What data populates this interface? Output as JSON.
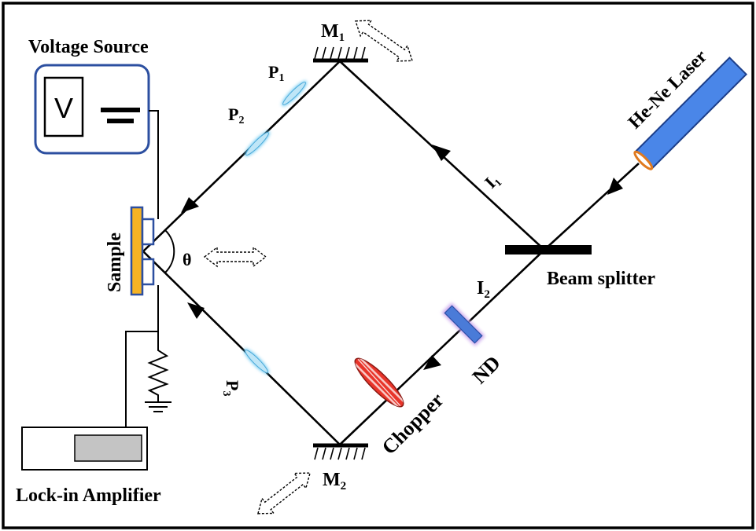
{
  "labels": {
    "voltage_source": "Voltage Source",
    "voltmeter_symbol": "V",
    "mirror1_main": "M",
    "mirror1_sub": "1",
    "mirror2_main": "M",
    "mirror2_sub": "2",
    "p1_main": "P",
    "p1_sub": "1",
    "p2_main": "P",
    "p2_sub": "2",
    "p3_main": "P",
    "p3_sub": "3",
    "laser": "He-Ne Laser",
    "beam1_main": "I",
    "beam1_sub": "1",
    "beam2_main": "I",
    "beam2_sub": "2",
    "beam_splitter": "Beam splitter",
    "nd_filter": "ND",
    "chopper": "Chopper",
    "sample": "Sample",
    "angle": "θ",
    "lockin": "Lock-in Amplifier"
  },
  "colors": {
    "laser_fill": "#4a86e8",
    "polarizer_fill": "#bfe6f7",
    "polarizer_glow": "#5ec4f0",
    "nd_fill": "#4a7bd8",
    "nd_glow": "#c9a6ec",
    "chopper_fill": "#e8342a",
    "sample_fill": "#f5b324",
    "sample_edge": "#2c4fa0",
    "source_border": "#2c4fa0",
    "lockin_display": "#c4c4c4"
  }
}
